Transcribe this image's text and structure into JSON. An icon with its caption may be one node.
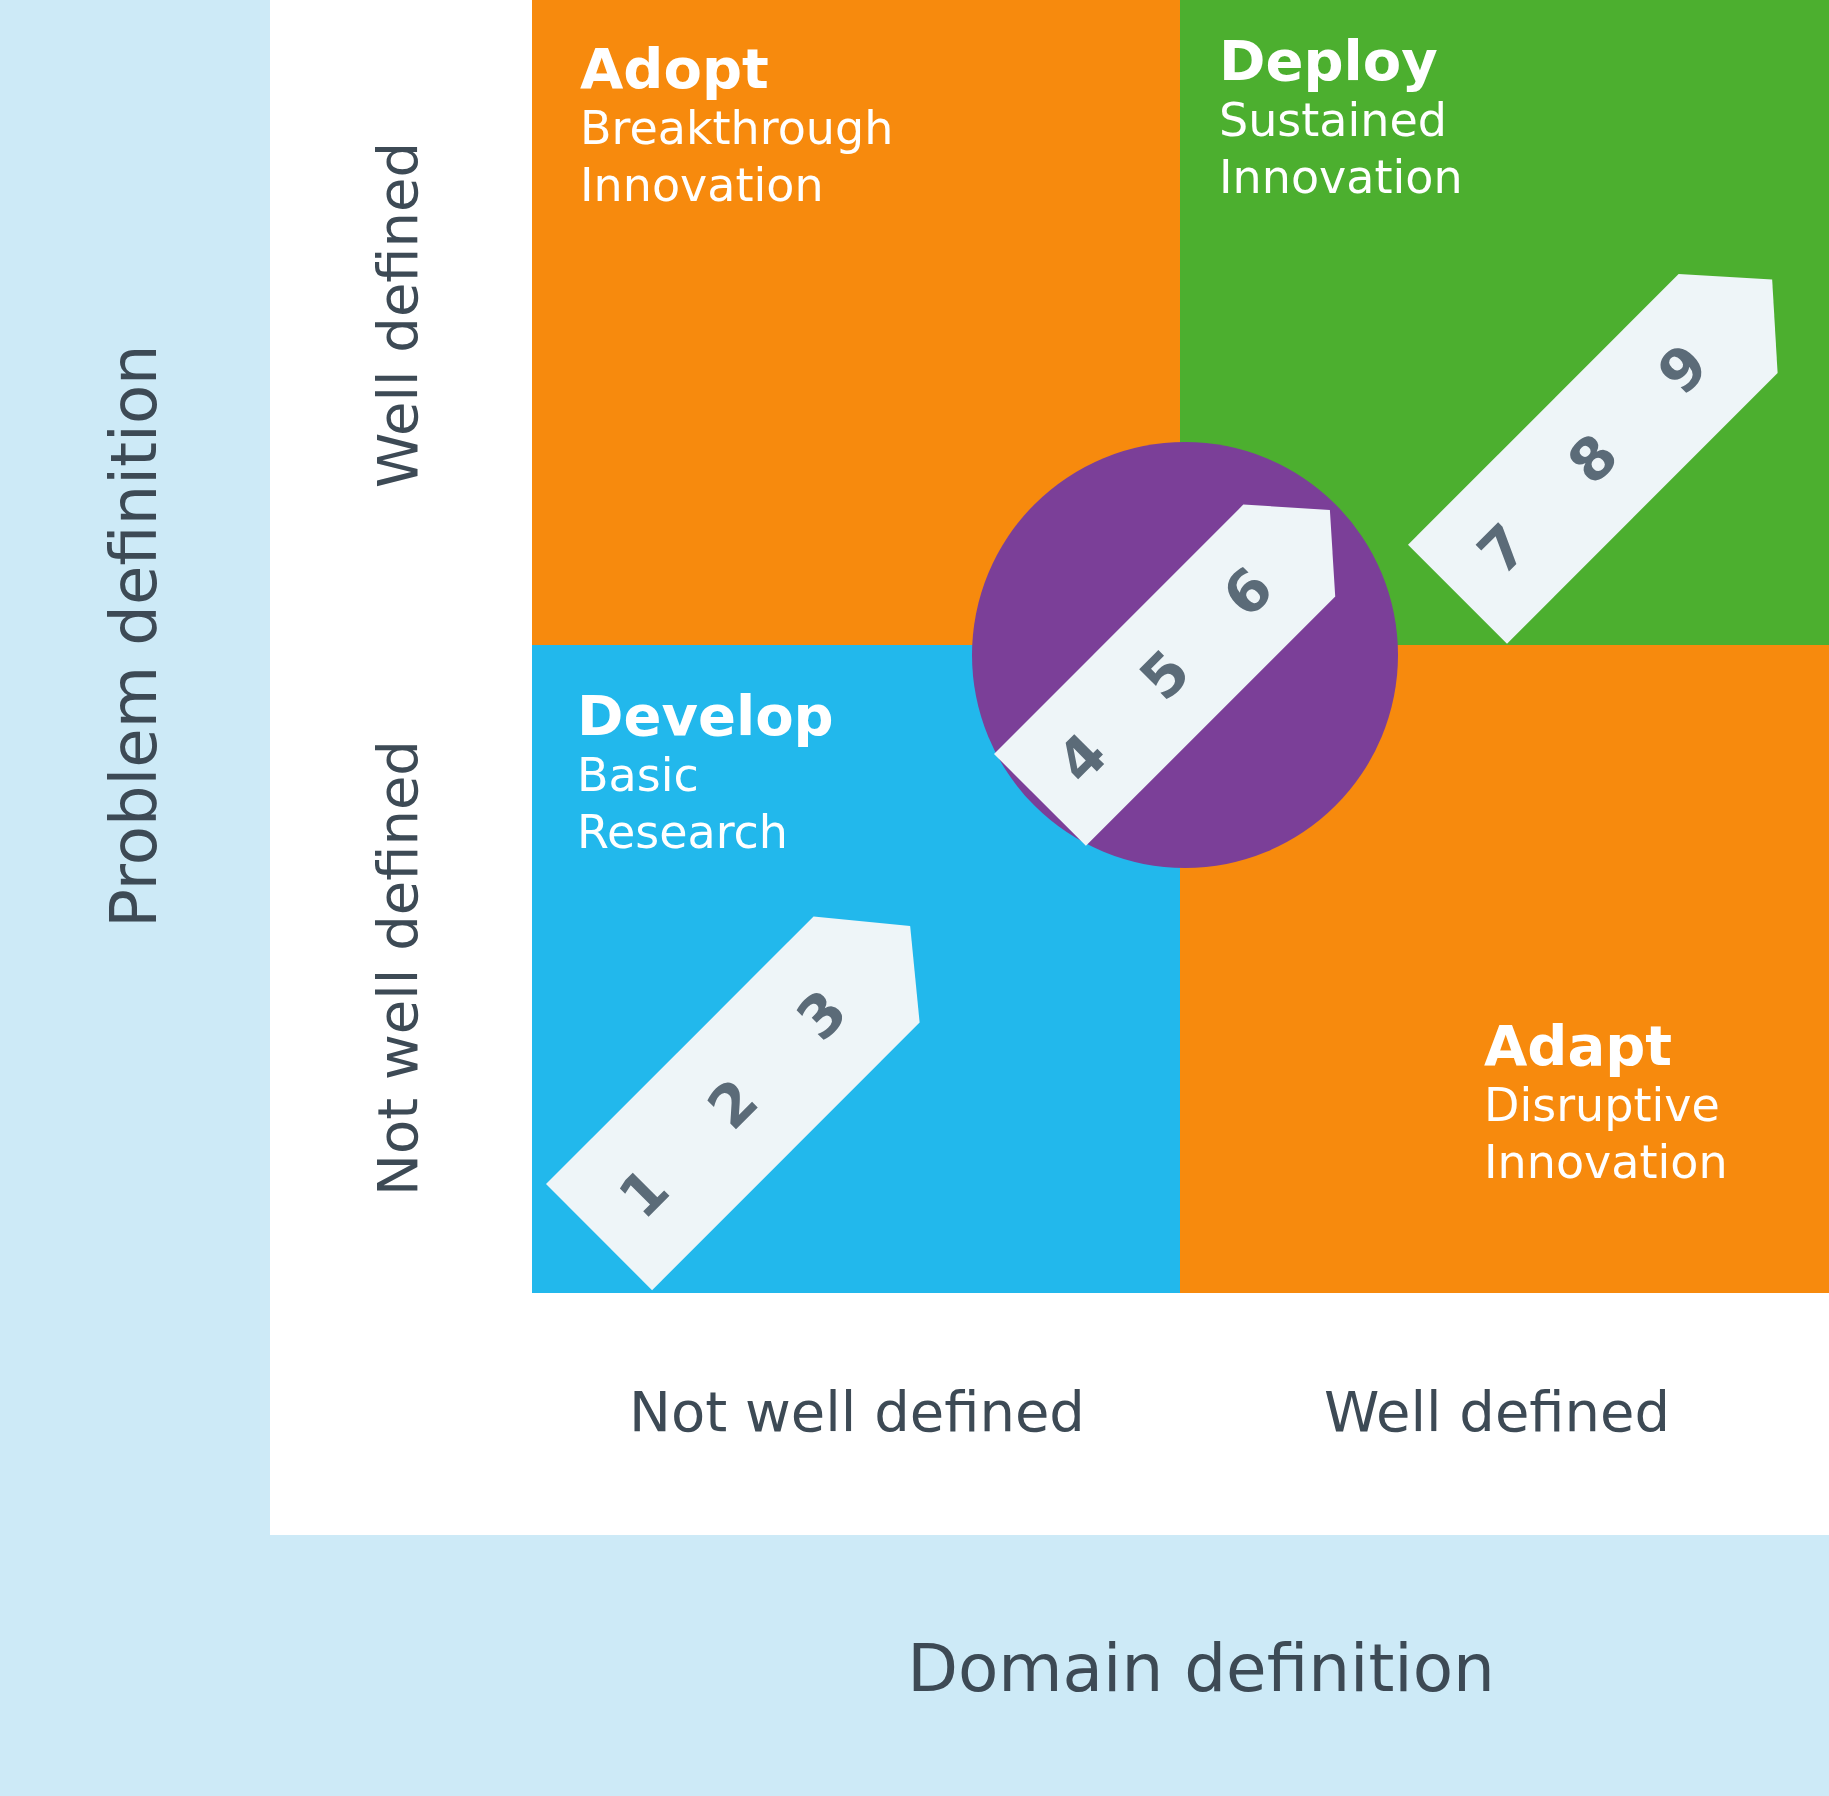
{
  "diagram": {
    "nodes": [
      {
        "text": [
          "Adopt",
          "Breakthrough Innovation"
        ]
      },
      {
        "text": [
          "Deploy",
          "Sustained Innovation"
        ]
      },
      {
        "text": [
          "Develop",
          "Basic Research"
        ]
      },
      {
        "text": [
          "Adapt",
          "Disruptive Innovation"
        ]
      },
      {
        "text": [],
        "shape": "circle"
      },
      {
        "text": [
          "1",
          "2",
          "3"
        ],
        "in": 2
      },
      {
        "text": [
          "4",
          "5",
          "6"
        ],
        "in": 4
      },
      {
        "text": [
          "7",
          "8",
          "9"
        ],
        "in": 1
      }
    ],
    "edges": [],
    "labels": [
      "Problem definition",
      "Well defined",
      "Not well defined",
      "Not well defined",
      "Well defined",
      "Domain definition"
    ]
  }
}
